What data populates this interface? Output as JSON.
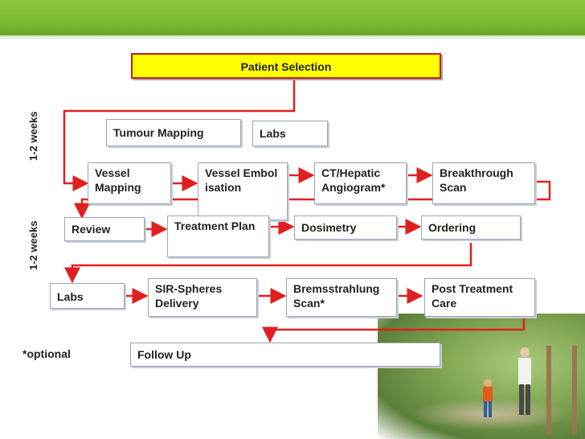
{
  "colors": {
    "accent_green": "#8cc63f",
    "arrow_red": "#e02020",
    "highlight_yellow": "#ffff00"
  },
  "labels": {
    "patient_selection": "Patient Selection",
    "tumour_mapping": "Tumour Mapping",
    "labs_top": "Labs",
    "vessel_mapping": "Vessel Mapping",
    "vessel_embolisation": "Vessel Embolisation",
    "ct_hepatic": "CT/Hepatic Angiogram*",
    "breakthrough": "Breakthrough Scan",
    "review": "Review",
    "treatment_plan": "Treatment Plan",
    "dosimetry": "Dosimetry",
    "ordering": "Ordering",
    "labs_bottom": "Labs",
    "sir_spheres": "SIR-Spheres Delivery",
    "bremsstrahlung": "Bremsstrahlung Scan*",
    "post_treatment": "Post Treatment Care",
    "follow_up": "Follow Up",
    "weeks_top": "1-2 weeks",
    "weeks_bottom": "1-2 weeks",
    "optional_note": "*optional"
  }
}
